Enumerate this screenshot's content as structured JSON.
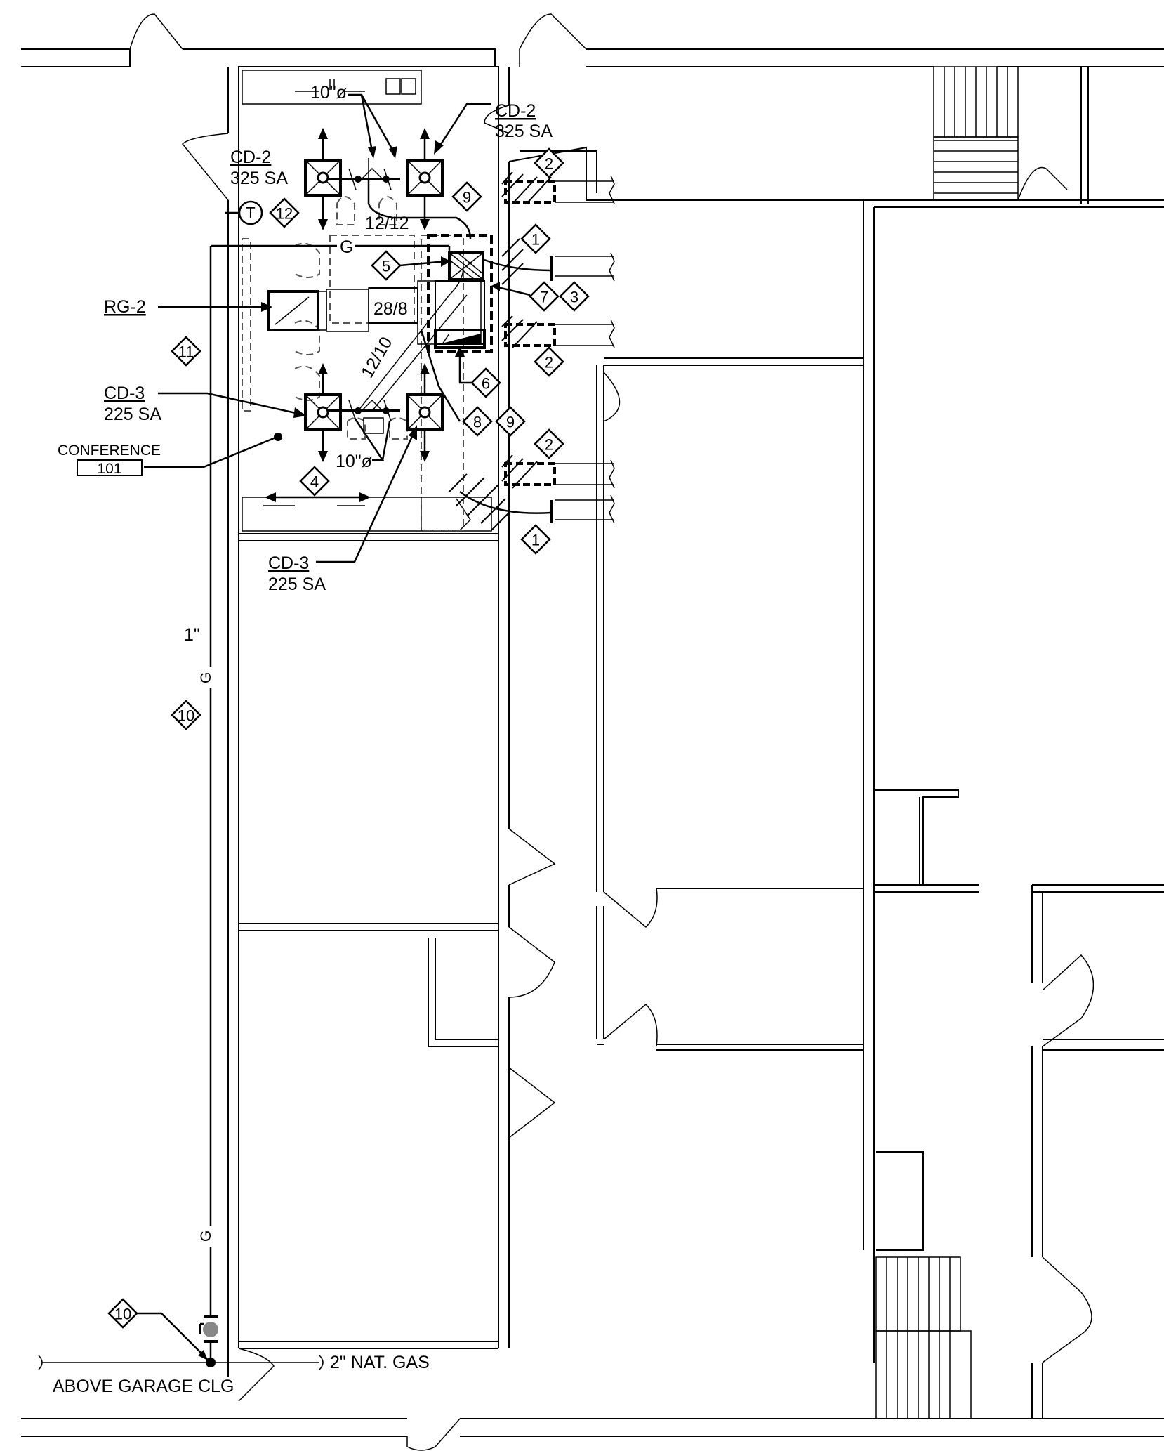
{
  "labels": {
    "cd2_top_right": {
      "id": "CD-2",
      "cfm": "325 SA"
    },
    "cd2_top_left": {
      "id": "CD-2",
      "cfm": "325 SA"
    },
    "cd3_left": {
      "id": "CD-3",
      "cfm": "225 SA"
    },
    "cd3_bottom": {
      "id": "CD-3",
      "cfm": "225 SA"
    },
    "rg2": "RG-2",
    "duct_top_size": "10\"ø",
    "duct_bottom_size": "10\"ø",
    "duct_12_12": "12/12",
    "duct_28_8": "28/8",
    "duct_12_10": "12/10",
    "gas_letter": "G",
    "pipe_size": "1\"",
    "thermostat": "T",
    "room_name": "CONFERENCE",
    "room_number": "101",
    "gas_main": "2\" NAT. GAS",
    "above_garage": "ABOVE GARAGE CLG"
  },
  "keynotes": {
    "k1": "1",
    "k2": "2",
    "k3": "3",
    "k4": "4",
    "k5": "5",
    "k6": "6",
    "k7": "7",
    "k8": "8",
    "k9": "9",
    "k10": "10",
    "k11": "11",
    "k12": "12"
  }
}
